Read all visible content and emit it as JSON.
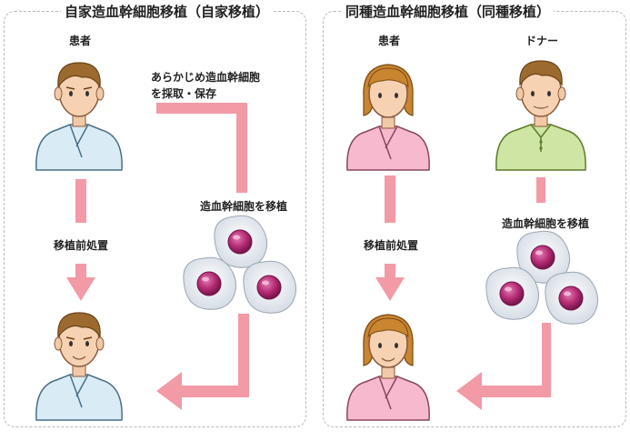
{
  "left_panel": {
    "title": "自家造血幹細胞移植（自家移植）",
    "patient_label": "患者",
    "harvest_note_line1": "あらかじめ造血幹細胞",
    "harvest_note_line2": "を採取・保存",
    "pretreatment_label": "移植前処置",
    "transplant_label": "造血幹細胞を移植"
  },
  "right_panel": {
    "title": "同種造血幹細胞移植（同種移植）",
    "patient_label": "患者",
    "donor_label": "ドナー",
    "pretreatment_label": "移植前処置",
    "transplant_label": "造血幹細胞を移植"
  },
  "colors": {
    "arrow": "#f29aa6",
    "male_shirt": "#d9ecf5",
    "female_shirt": "#f6b9cd",
    "donor_shirt": "#cfe5a3",
    "cell_nucleus": "#c0357f"
  },
  "icons": [
    "patient-male-icon",
    "patient-female-icon",
    "donor-icon",
    "stem-cell-icon",
    "arrow-icon"
  ]
}
